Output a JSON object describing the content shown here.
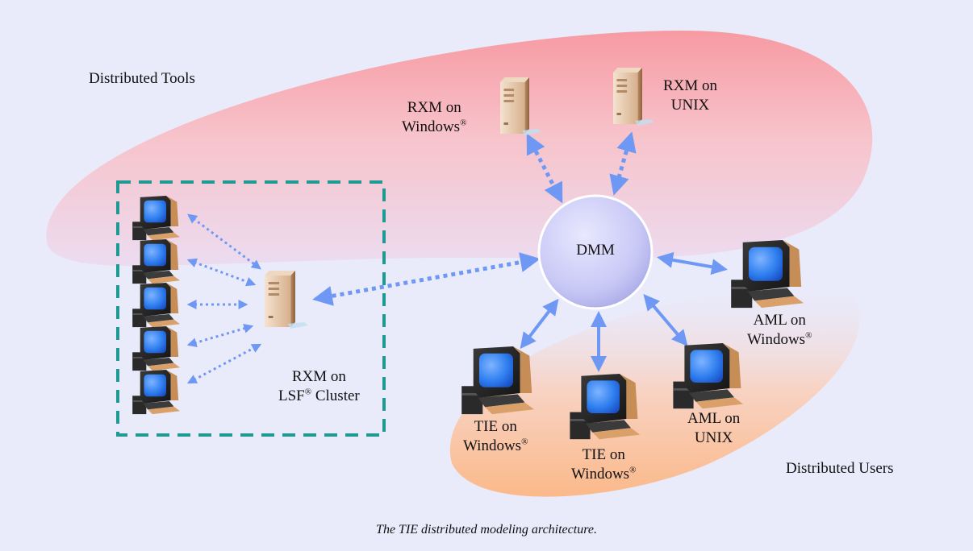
{
  "diagram": {
    "regions": {
      "tools_label": "Distributed Tools",
      "users_label": "Distributed Users"
    },
    "hub": {
      "label": "DMM"
    },
    "nodes": {
      "rxm_windows": {
        "line1": "RXM on",
        "line2": "Windows",
        "mark": "®"
      },
      "rxm_unix": {
        "line1": "RXM on",
        "line2": "UNIX"
      },
      "rxm_lsf": {
        "line1": "RXM on",
        "line2": "LSF",
        "mark": "®",
        "line2_suffix": " Cluster"
      },
      "aml_windows": {
        "line1": "AML on",
        "line2": "Windows",
        "mark": "®"
      },
      "aml_unix": {
        "line1": "AML on",
        "line2": "UNIX"
      },
      "tie_windows_1": {
        "line1": "TIE on",
        "line2": "Windows",
        "mark": "®"
      },
      "tie_windows_2": {
        "line1": "TIE on",
        "line2": "Windows",
        "mark": "®"
      }
    },
    "icons": {
      "server": "server-tower-icon",
      "workstation": "desktop-computer-icon"
    },
    "colors": {
      "background": "#e9ebfb",
      "tools_region": "#f7a0a6",
      "users_region": "#fbc89a",
      "arrow": "#6f98f4",
      "cluster_border": "#1f9a93",
      "hub_fill": "#c8c9f7"
    },
    "caption": "The TIE distributed modeling architecture."
  }
}
